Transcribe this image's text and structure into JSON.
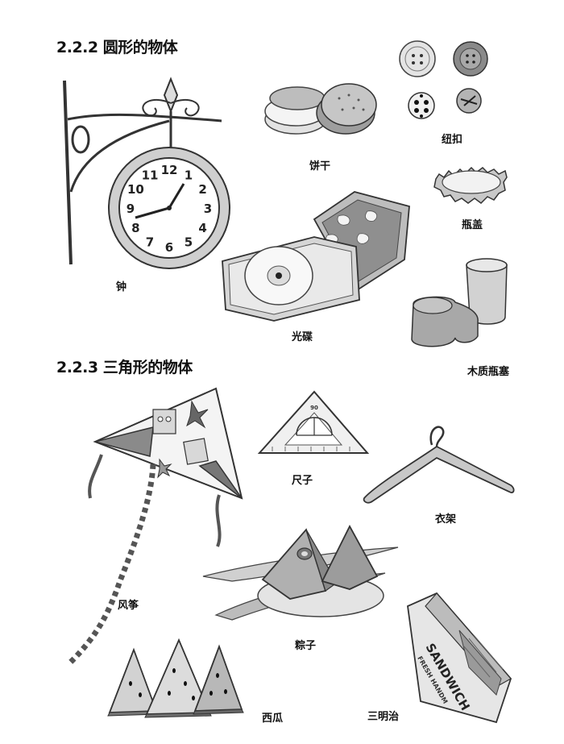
{
  "sections": [
    {
      "number": "2.2.2",
      "title": "圆形的物体"
    },
    {
      "number": "2.2.3",
      "title": "三角形的物体"
    }
  ],
  "captions": {
    "clock": "钟",
    "biscuit": "饼干",
    "button": "纽扣",
    "bottle_cap": "瓶盖",
    "cd": "光碟",
    "cork": "木质瓶塞",
    "ruler": "尺子",
    "hanger": "衣架",
    "kite": "风筝",
    "zongzi": "粽子",
    "watermelon": "西瓜",
    "sandwich": "三明治"
  },
  "clock_numerals": [
    "12",
    "1",
    "2",
    "3",
    "4",
    "5",
    "6",
    "7",
    "8",
    "9",
    "10",
    "11"
  ],
  "ruler_label": "90",
  "sandwich_package": {
    "line1": "SANDWICH",
    "line2": "FRESH HANDM"
  }
}
